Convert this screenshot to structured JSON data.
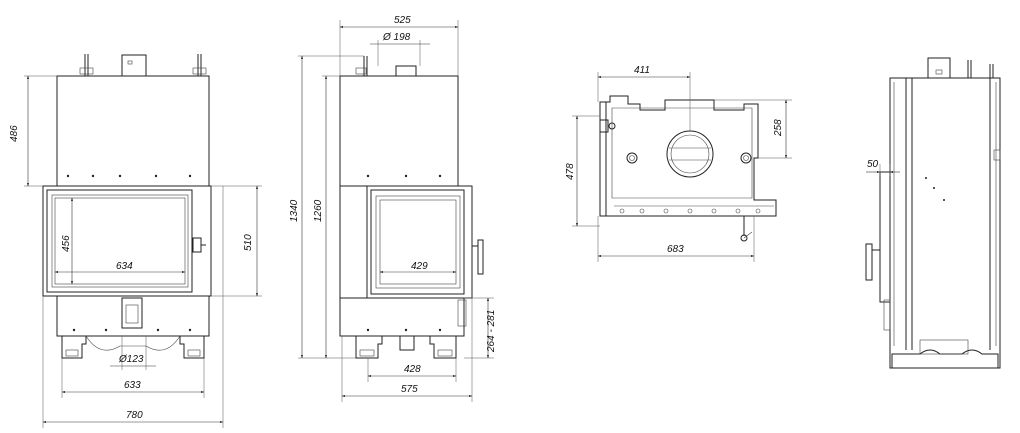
{
  "views": {
    "front": {
      "dim_height_top": "486",
      "dim_glass_height": "456",
      "dim_glass_width": "634",
      "dim_door_height": "510",
      "dim_flue_diameter": "Ø123",
      "dim_base_width": "633",
      "dim_overall_width": "780"
    },
    "side": {
      "dim_top_width": "525",
      "dim_flue_diameter": "Ø 198",
      "dim_overall_height": "1340",
      "dim_body_height": "1260",
      "dim_glass_width": "429",
      "dim_leg_range": "264 - 281",
      "dim_base_width": "428",
      "dim_bottom_width": "575"
    },
    "top": {
      "dim_depth_to_flue": "411",
      "dim_right_offset": "258",
      "dim_height": "478",
      "dim_overall_width": "683"
    },
    "profile": {
      "dim_offset": "50"
    }
  },
  "colors": {
    "line": "#222222",
    "background": "#ffffff"
  }
}
